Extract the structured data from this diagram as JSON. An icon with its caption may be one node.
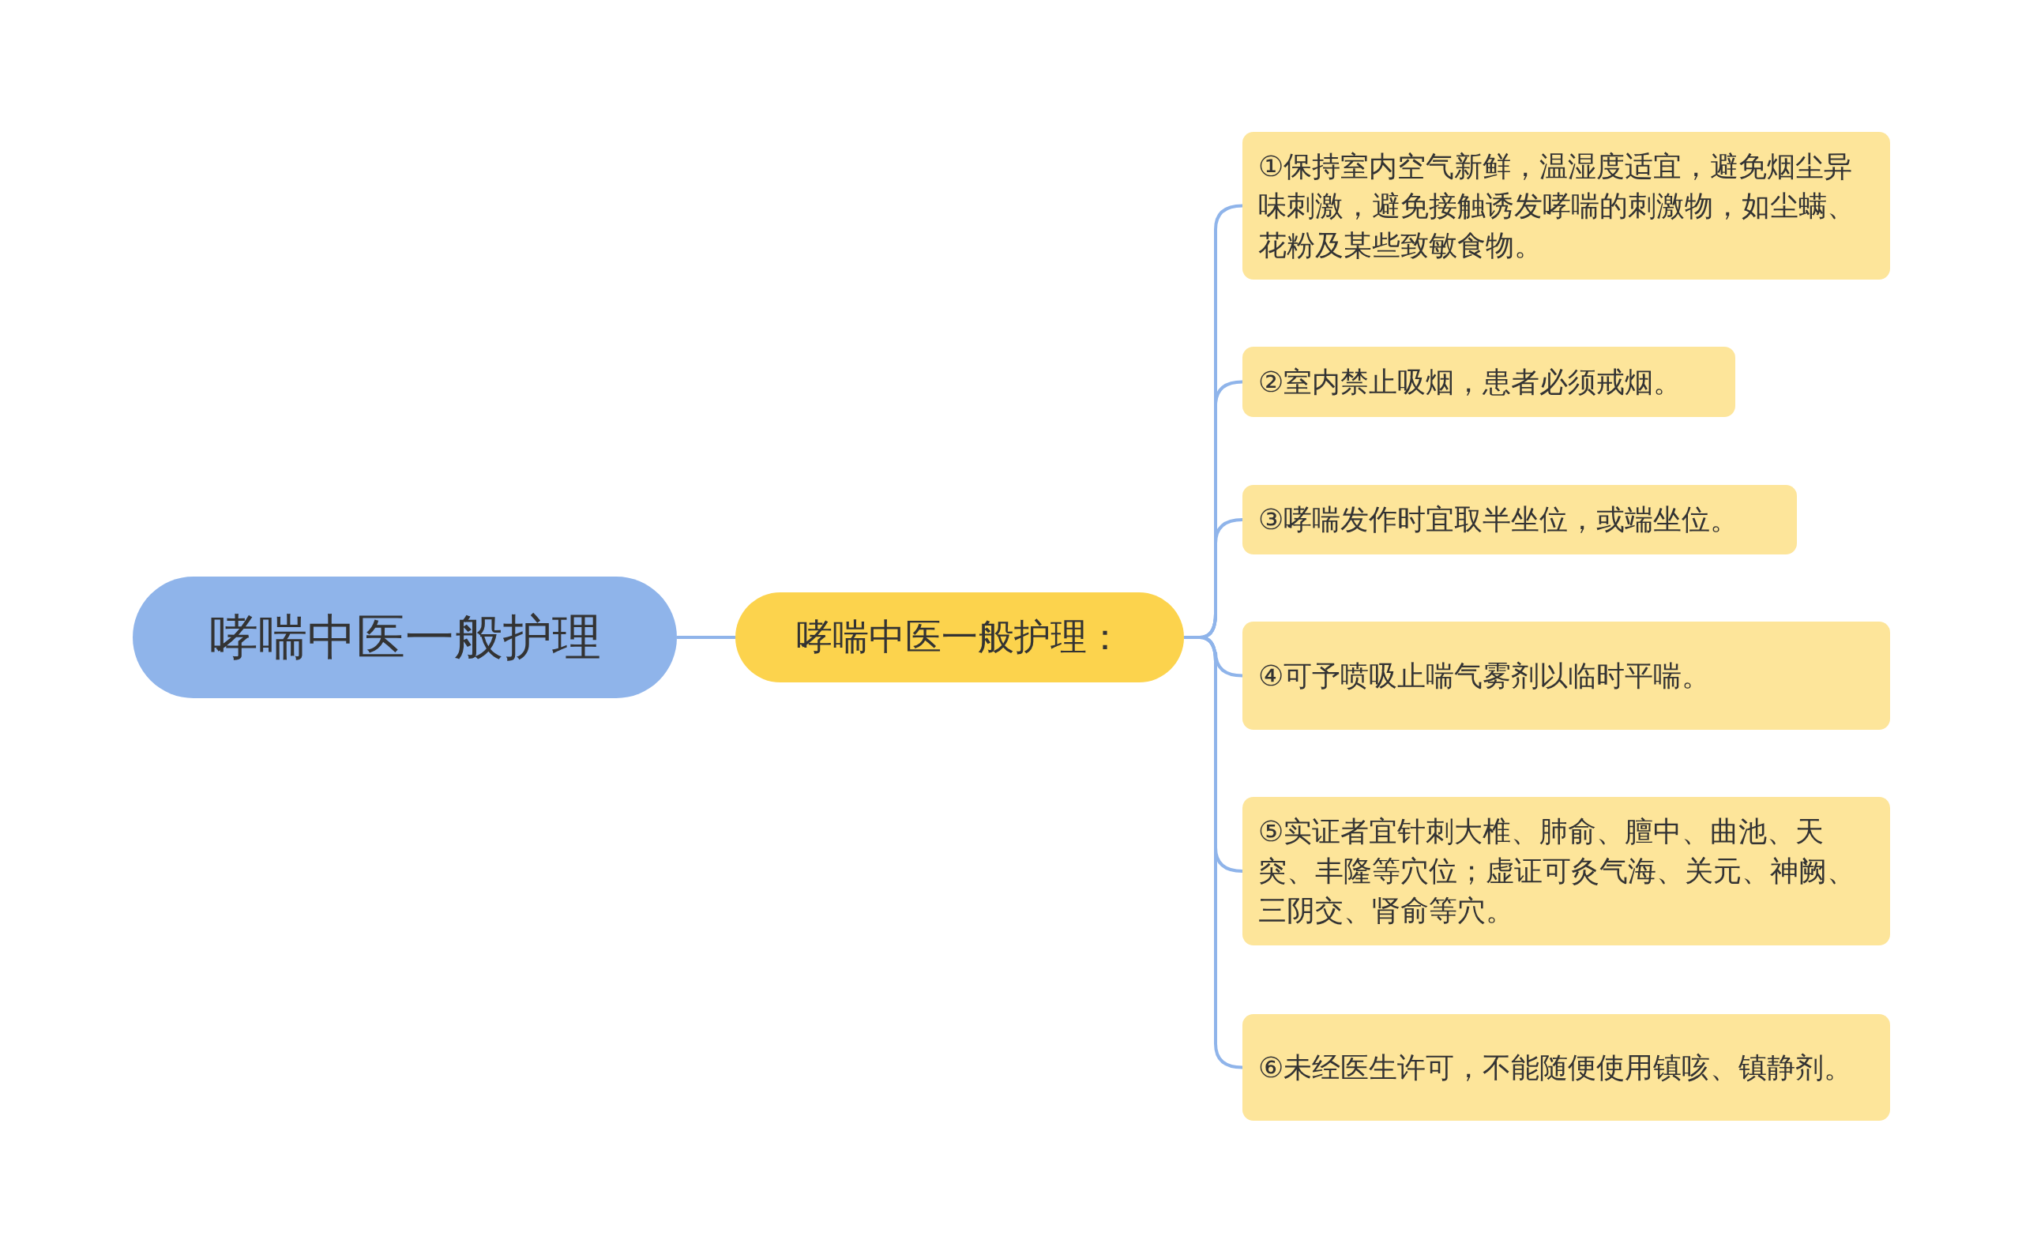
{
  "diagram": {
    "nodes": [
      {
        "text": [
          "哮喘中医一般护理"
        ]
      },
      {
        "text": [
          "哮喘中医一般护理："
        ]
      },
      {
        "text": [
          "①保持室内空气新鲜，温湿度适宜，避免烟尘异味刺激，避免接触诱发哮喘的刺激物，如尘螨、花粉及某些致敏食物。"
        ]
      },
      {
        "text": [
          "②室内禁止吸烟，患者必须戒烟。"
        ]
      },
      {
        "text": [
          "③哮喘发作时宜取半坐位，或端坐位。"
        ]
      },
      {
        "text": [
          "④可予喷吸止喘气雾剂以临时平喘。"
        ]
      },
      {
        "text": [
          "⑤实证者宜针刺大椎、肺俞、膻中、曲池、天突、丰隆等穴位；虚证可灸气海、关元、神阙、三阴交、肾俞等穴。"
        ]
      },
      {
        "text": [
          "⑥未经医生许可，不能随便使用镇咳、镇静剂。"
        ]
      }
    ],
    "edges": [
      {
        "from": 0,
        "to": 1,
        "arrow": "none"
      },
      {
        "from": 1,
        "to": 2,
        "arrow": "none"
      },
      {
        "from": 1,
        "to": 3,
        "arrow": "none"
      },
      {
        "from": 1,
        "to": 4,
        "arrow": "none"
      },
      {
        "from": 1,
        "to": 5,
        "arrow": "none"
      },
      {
        "from": 1,
        "to": 6,
        "arrow": "none"
      },
      {
        "from": 1,
        "to": 7,
        "arrow": "none"
      }
    ]
  }
}
